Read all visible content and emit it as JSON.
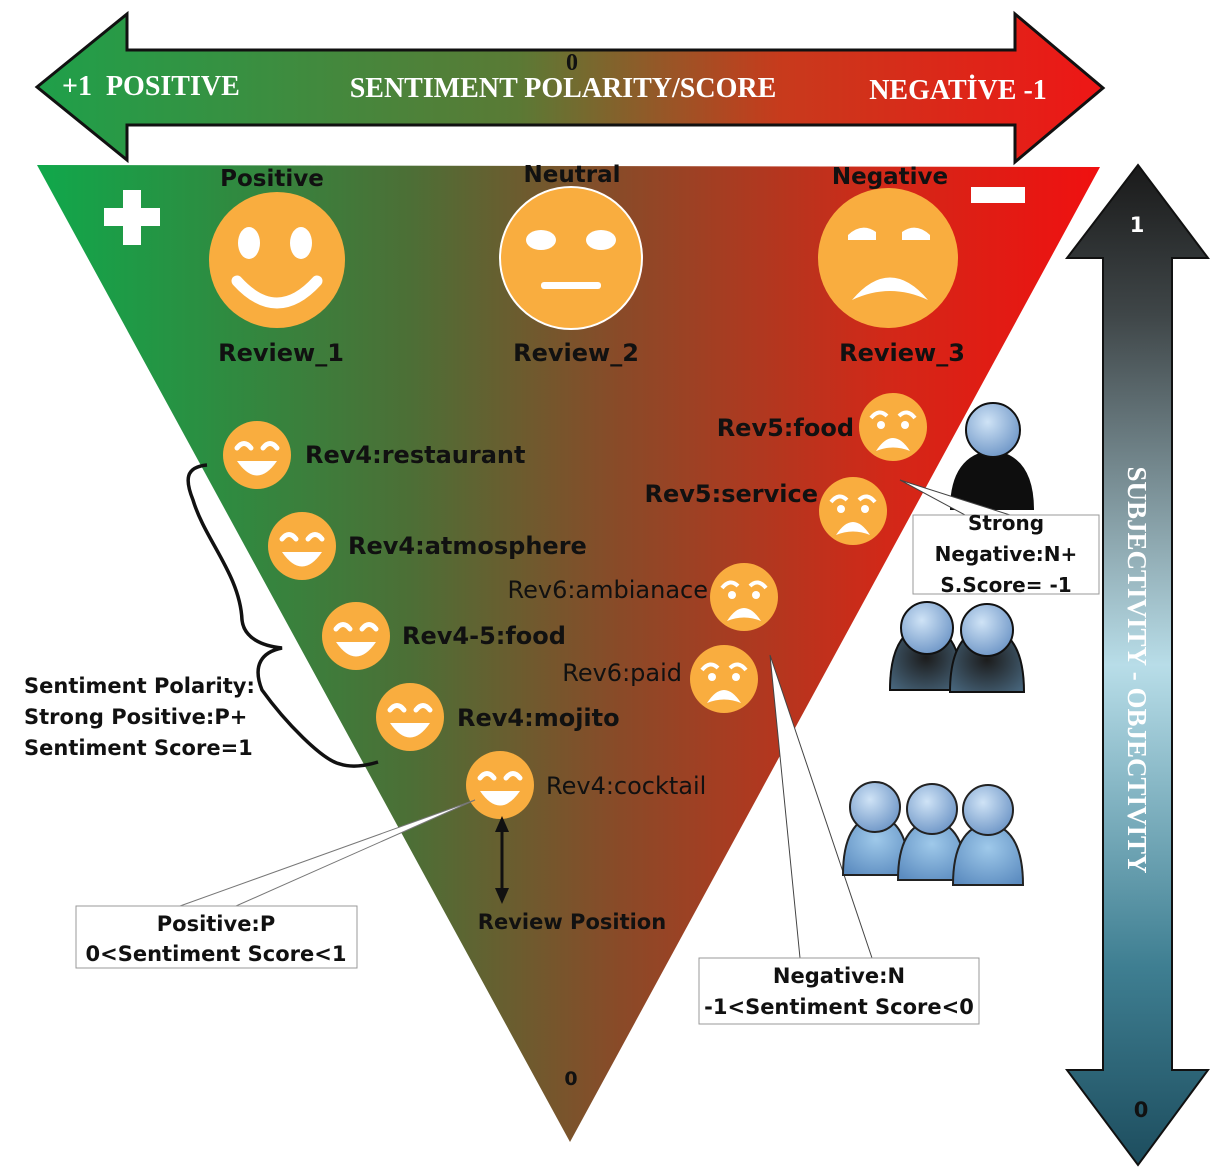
{
  "scale": {
    "zero": "0",
    "positive": "+1  POSITIVE",
    "title": "SENTIMENT POLARITY/SCORE",
    "negative": "NEGATİVE -1"
  },
  "triangle": {
    "plus": "+",
    "minus": "–",
    "bottom_zero": "0",
    "headers": {
      "positive": "Positive",
      "neutral": "Neutral",
      "negative": "Negative"
    },
    "reviews": {
      "r1": "Review_1",
      "r2": "Review_2",
      "r3": "Review_3"
    }
  },
  "aspects": {
    "rev4_restaurant": "Rev4:restaurant",
    "rev4_atmosphere": "Rev4:atmosphere",
    "rev45_food": "Rev4-5:food",
    "rev4_mojito": "Rev4:mojito",
    "rev4_cocktail": "Rev4:cocktail",
    "rev5_food": "Rev5:food",
    "rev5_service": "Rev5:service",
    "rev6_ambianace": "Rev6:ambianace",
    "rev6_paid": "Rev6:paid"
  },
  "callouts": {
    "strong_positive": [
      "Sentiment Polarity:",
      "Strong Positive:P+",
      "Sentiment Score=1"
    ],
    "positive": [
      "Positive:P",
      "0<Sentiment Score<1"
    ],
    "review_position": "Review Position",
    "negative": [
      "Negative:N",
      "-1<Sentiment Score<0"
    ],
    "strong_negative": [
      "Strong",
      "Negative:N+",
      "S.Score= -1"
    ]
  },
  "subjectivity": {
    "top": "1",
    "bottom": "0",
    "label": "SUBJECTIVITY - OBJECTIVITY"
  },
  "colors": {
    "green": "#21a04a",
    "red": "#e81a14",
    "face": "#f9ad3f",
    "arrow_dark": "#1e1e1e",
    "arrow_light": "#b5dbe6",
    "arrow_teal": "#1f5668"
  }
}
